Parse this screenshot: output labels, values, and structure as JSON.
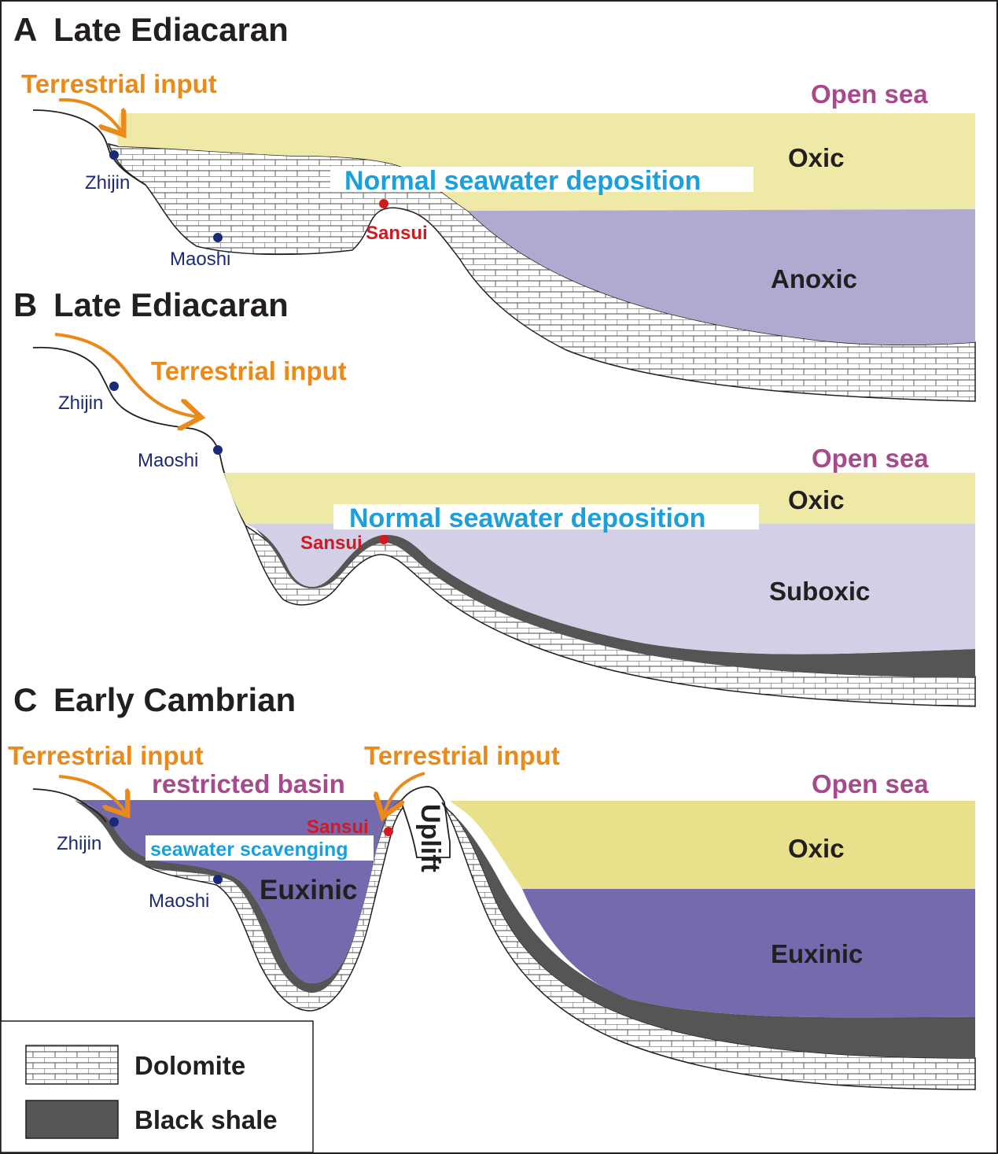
{
  "panels": {
    "a": {
      "letter": "A",
      "title": "Late Ediacaran",
      "terrestrial": "Terrestrial input",
      "open_sea": "Open sea",
      "upper_zone": "Oxic",
      "lower_zone": "Anoxic",
      "deposition_note": "Normal seawater deposition",
      "sites": {
        "zhijin": "Zhijin",
        "maoshi": "Maoshi",
        "sansui": "Sansui"
      }
    },
    "b": {
      "letter": "B",
      "title": "Late Ediacaran",
      "terrestrial": "Terrestrial input",
      "open_sea": "Open sea",
      "upper_zone": "Oxic",
      "lower_zone": "Suboxic",
      "deposition_note": "Normal seawater deposition",
      "sites": {
        "zhijin": "Zhijin",
        "maoshi": "Maoshi",
        "sansui": "Sansui"
      }
    },
    "c": {
      "letter": "C",
      "title": "Early Cambrian",
      "terrestrial_left": "Terrestrial input",
      "terrestrial_right": "Terrestrial input",
      "restricted": "restricted basin",
      "scavenging": "seawater scavenging",
      "basin_zone": "Euxinic",
      "uplift": "Uplift",
      "open_sea": "Open sea",
      "upper_zone": "Oxic",
      "lower_zone": "Euxinic",
      "sites": {
        "zhijin": "Zhijin",
        "maoshi": "Maoshi",
        "sansui": "Sansui"
      }
    }
  },
  "legend": {
    "dolomite": "Dolomite",
    "black_shale": "Black shale"
  },
  "colors": {
    "oxic": "#efe9a7",
    "anoxic": "#b1aad0",
    "suboxic": "#d3cfe6",
    "euxinic": "#766aae",
    "black_shale": "#555555",
    "terrestrial": "#e98a1a",
    "open_sea": "#a64a8c",
    "site_dot": "#1b2a78",
    "sansui_dot": "#d01a22",
    "deposition_text": "#1ba0dc"
  }
}
